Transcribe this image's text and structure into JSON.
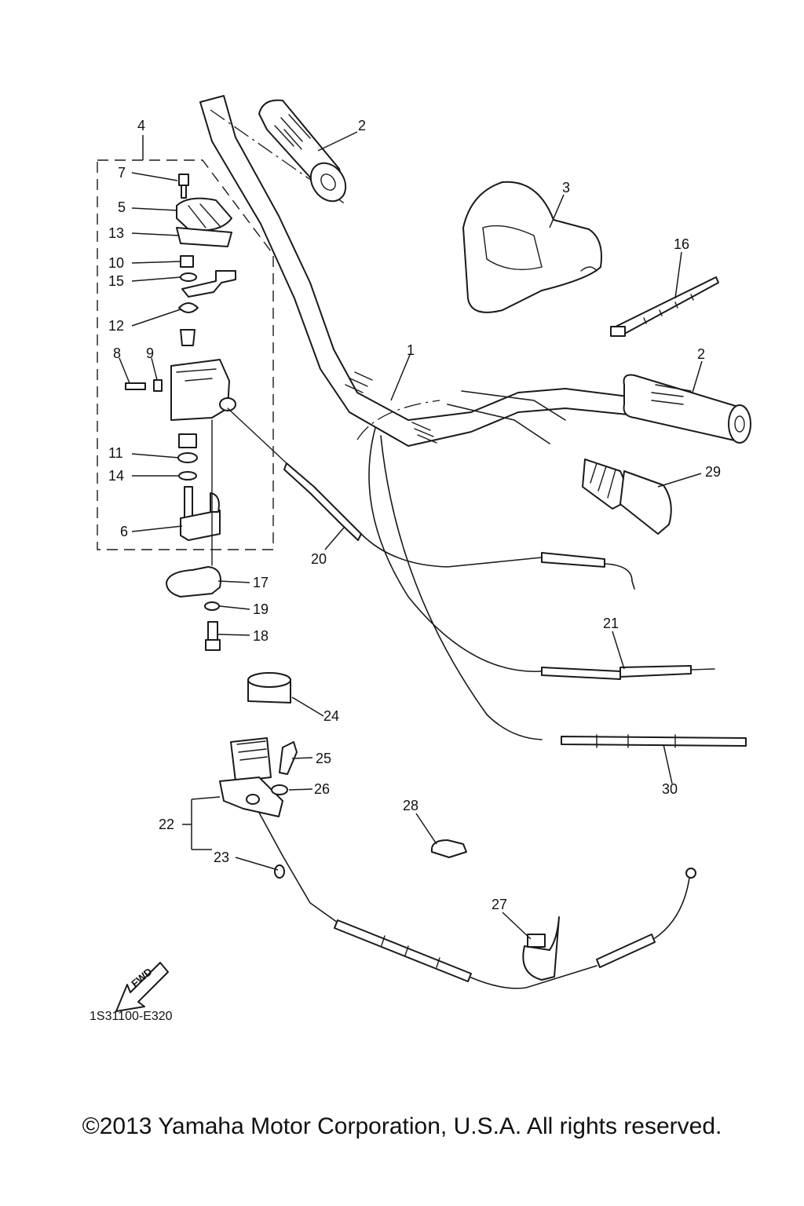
{
  "diagram": {
    "drawing_code": "1S31100-E320",
    "fwd_label": "FWD",
    "callouts": {
      "c1": "1",
      "c2a": "2",
      "c2b": "2",
      "c3": "3",
      "c4": "4",
      "c5": "5",
      "c6": "6",
      "c7": "7",
      "c8": "8",
      "c9": "9",
      "c10": "10",
      "c11": "11",
      "c12": "12",
      "c13": "13",
      "c14": "14",
      "c15": "15",
      "c16": "16",
      "c17": "17",
      "c18": "18",
      "c19": "19",
      "c20": "20",
      "c21": "21",
      "c22": "22",
      "c23": "23",
      "c24": "24",
      "c25": "25",
      "c26": "26",
      "c27": "27",
      "c28": "28",
      "c29": "29",
      "c30": "30"
    }
  },
  "footer": {
    "copyright": "©2013 Yamaha Motor Corporation, U.S.A. All rights reserved."
  }
}
